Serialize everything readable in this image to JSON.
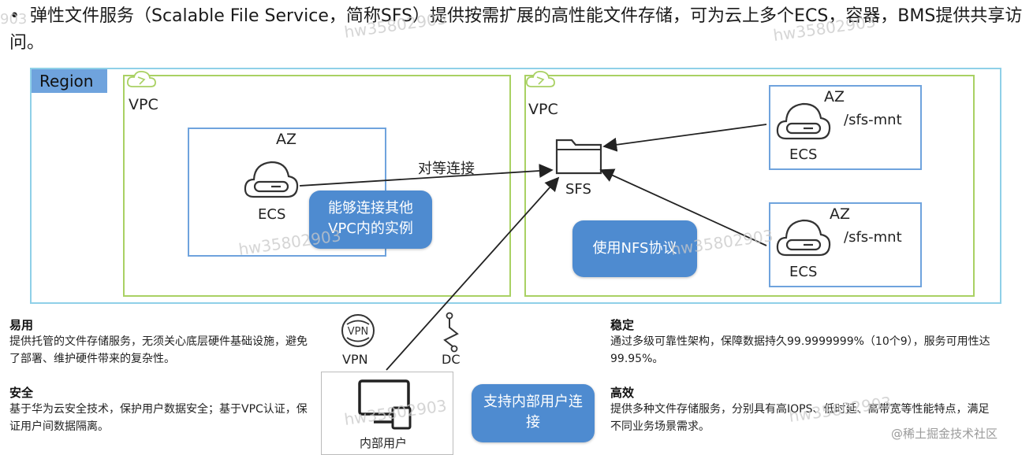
{
  "intro": {
    "bullet": "•",
    "text": "弹性文件服务（Scalable File Service，简称SFS）提供按需扩展的高性能文件存储，可为云上多个ECS，容器，BMS提供共享访问。"
  },
  "region": {
    "label": "Region"
  },
  "left_vpc": {
    "label": "VPC",
    "az": {
      "label": "AZ",
      "ecs_label": "ECS"
    },
    "bubble": "能够连接其他VPC内的实例"
  },
  "peering": {
    "label": "对等连接"
  },
  "right_vpc": {
    "label": "VPC",
    "sfs_label": "SFS",
    "az_top": {
      "label": "AZ",
      "mount": "/sfs-mnt",
      "ecs_label": "ECS"
    },
    "az_bottom": {
      "label": "AZ",
      "mount": "/sfs-mnt",
      "ecs_label": "ECS"
    },
    "bubble": "使用NFS协议"
  },
  "access": {
    "vpn_icon_text": "VPN",
    "vpn_label": "VPN",
    "dc_label": "DC",
    "user_label": "内部用户",
    "bubble": "支持内部用户连接"
  },
  "features": {
    "easy": {
      "title": "易用",
      "text": "提供托管的文件存储服务，无须关心底层硬件基础设施，避免了部署、维护硬件带来的复杂性。"
    },
    "secure": {
      "title": "安全",
      "text": "基于华为云安全技术，保护用户数据安全；基于VPC认证，保证用户间数据隔离。"
    },
    "stable": {
      "title": "稳定",
      "text": "通过多级可靠性架构，保障数据持久99.9999999%（10个9），服务可用性达99.95%。"
    },
    "efficient": {
      "title": "高效",
      "text": "提供多种文件存储服务，分别具有高IOPS、低时延、高带宽等性能特点，满足不同业务场景需求。"
    }
  },
  "watermarks": {
    "id_text": "hw35802903",
    "edge_text": "903",
    "site": "@稀土掘金技术社区"
  },
  "colors": {
    "vpc_border": "#a9d163",
    "az_border": "#6fa3dd",
    "region_border": "#8fd0e8",
    "region_label_bg": "#6fa3dd",
    "bubble_bg": "#4e8bd0"
  }
}
